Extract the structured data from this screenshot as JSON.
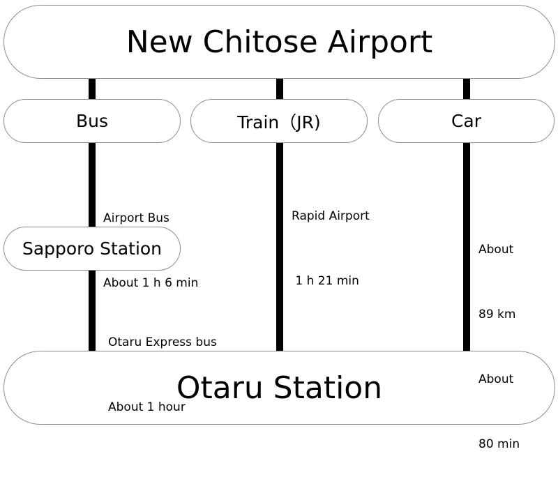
{
  "origin": "New Chitose Airport",
  "destination": "Otaru Station",
  "modes": {
    "bus": "Bus",
    "train": "Train（JR)",
    "car": "Car"
  },
  "transfer": "Sapporo Station",
  "notes": {
    "bus": [
      "Airport Bus",
      "About 1 h 6 min"
    ],
    "train": [
      "Rapid Airport",
      " 1 h 21 min"
    ],
    "car": [
      "About",
      "89 km",
      "About",
      "80 min"
    ],
    "otaru_bus": [
      "Otaru Express bus",
      "About 1 hour"
    ]
  }
}
